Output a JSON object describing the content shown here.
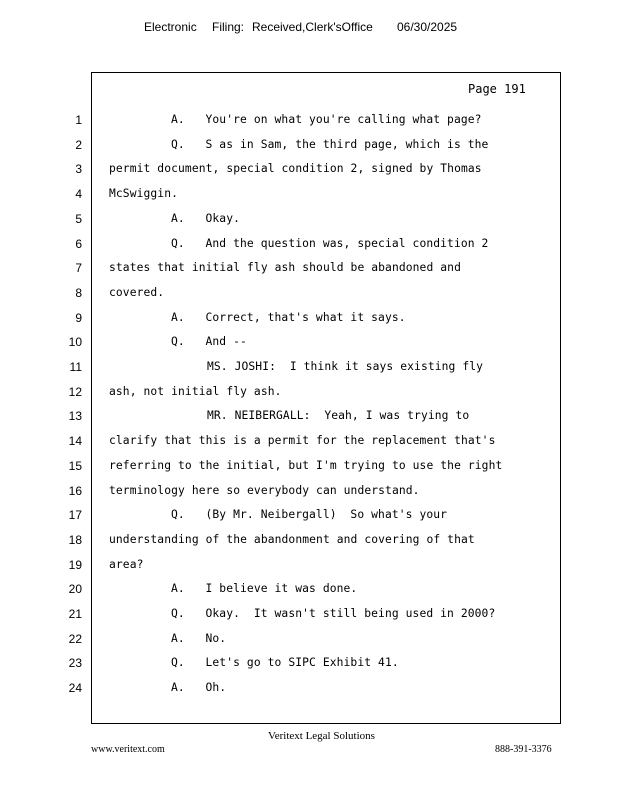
{
  "header": {
    "electronic": "Electronic",
    "filing": "Filing:",
    "received": "Received,Clerk'sOffice",
    "date": "06/30/2025"
  },
  "page_label": "Page 191",
  "lines": [
    {
      "num": "1",
      "text": "A.   You're on what you're calling what page?",
      "indent": "answer"
    },
    {
      "num": "2",
      "text": "Q.   S as in Sam, the third page, which is the",
      "indent": "answer"
    },
    {
      "num": "3",
      "text": "permit document, special condition 2, signed by Thomas",
      "indent": "none"
    },
    {
      "num": "4",
      "text": "McSwiggin.",
      "indent": "none"
    },
    {
      "num": "5",
      "text": "A.   Okay.",
      "indent": "answer"
    },
    {
      "num": "6",
      "text": "Q.   And the question was, special condition 2",
      "indent": "answer"
    },
    {
      "num": "7",
      "text": "states that initial fly ash should be abandoned and",
      "indent": "none"
    },
    {
      "num": "8",
      "text": "covered.",
      "indent": "none"
    },
    {
      "num": "9",
      "text": "A.   Correct, that's what it says.",
      "indent": "answer"
    },
    {
      "num": "10",
      "text": "Q.   And --",
      "indent": "answer"
    },
    {
      "num": "11",
      "text": "MS. JOSHI:  I think it says existing fly",
      "indent": "speaker"
    },
    {
      "num": "12",
      "text": "ash, not initial fly ash.",
      "indent": "none"
    },
    {
      "num": "13",
      "text": "MR. NEIBERGALL:  Yeah, I was trying to",
      "indent": "speaker"
    },
    {
      "num": "14",
      "text": "clarify that this is a permit for the replacement that's",
      "indent": "none"
    },
    {
      "num": "15",
      "text": "referring to the initial, but I'm trying to use the right",
      "indent": "none"
    },
    {
      "num": "16",
      "text": "terminology here so everybody can understand.",
      "indent": "none"
    },
    {
      "num": "17",
      "text": "Q.   (By Mr. Neibergall)  So what's your",
      "indent": "answer"
    },
    {
      "num": "18",
      "text": "understanding of the abandonment and covering of that",
      "indent": "none"
    },
    {
      "num": "19",
      "text": "area?",
      "indent": "none"
    },
    {
      "num": "20",
      "text": "A.   I believe it was done.",
      "indent": "answer"
    },
    {
      "num": "21",
      "text": "Q.   Okay.  It wasn't still being used in 2000?",
      "indent": "answer"
    },
    {
      "num": "22",
      "text": "A.   No.",
      "indent": "answer"
    },
    {
      "num": "23",
      "text": "Q.   Let's go to SIPC Exhibit 41.",
      "indent": "answer"
    },
    {
      "num": "24",
      "text": "A.   Oh.",
      "indent": "answer"
    }
  ],
  "footer": {
    "company": "Veritext   Legal   Solutions",
    "website": "www.veritext.com",
    "phone": "888-391-3376"
  }
}
